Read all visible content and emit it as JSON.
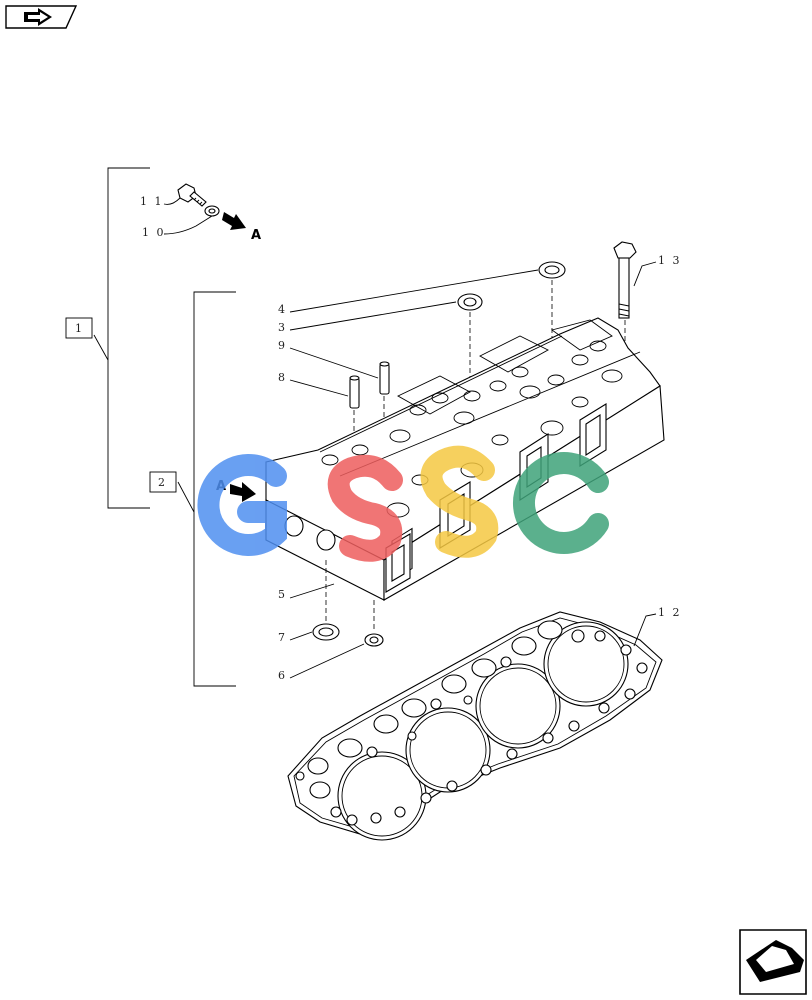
{
  "navigation": {
    "prev_icon": "arrow-right-icon",
    "next_icon": "arrow-left-icon"
  },
  "callouts": [
    {
      "id": "11",
      "label": "1 1"
    },
    {
      "id": "10",
      "label": "1 0"
    },
    {
      "id": "13",
      "label": "1 3"
    },
    {
      "id": "4",
      "label": "4"
    },
    {
      "id": "3",
      "label": "3"
    },
    {
      "id": "9",
      "label": "9"
    },
    {
      "id": "8",
      "label": "8"
    },
    {
      "id": "5",
      "label": "5"
    },
    {
      "id": "7",
      "label": "7"
    },
    {
      "id": "6",
      "label": "6"
    },
    {
      "id": "12",
      "label": "1 2"
    }
  ],
  "groups": [
    {
      "id": "1",
      "label": "1"
    },
    {
      "id": "2",
      "label": "2"
    }
  ],
  "view_markers": [
    "A",
    "A"
  ],
  "watermark": {
    "letters": [
      "G",
      "S",
      "S",
      "C"
    ],
    "colors": [
      "#4f8ff0",
      "#ee5e5e",
      "#f5c842",
      "#3fa37a"
    ]
  }
}
